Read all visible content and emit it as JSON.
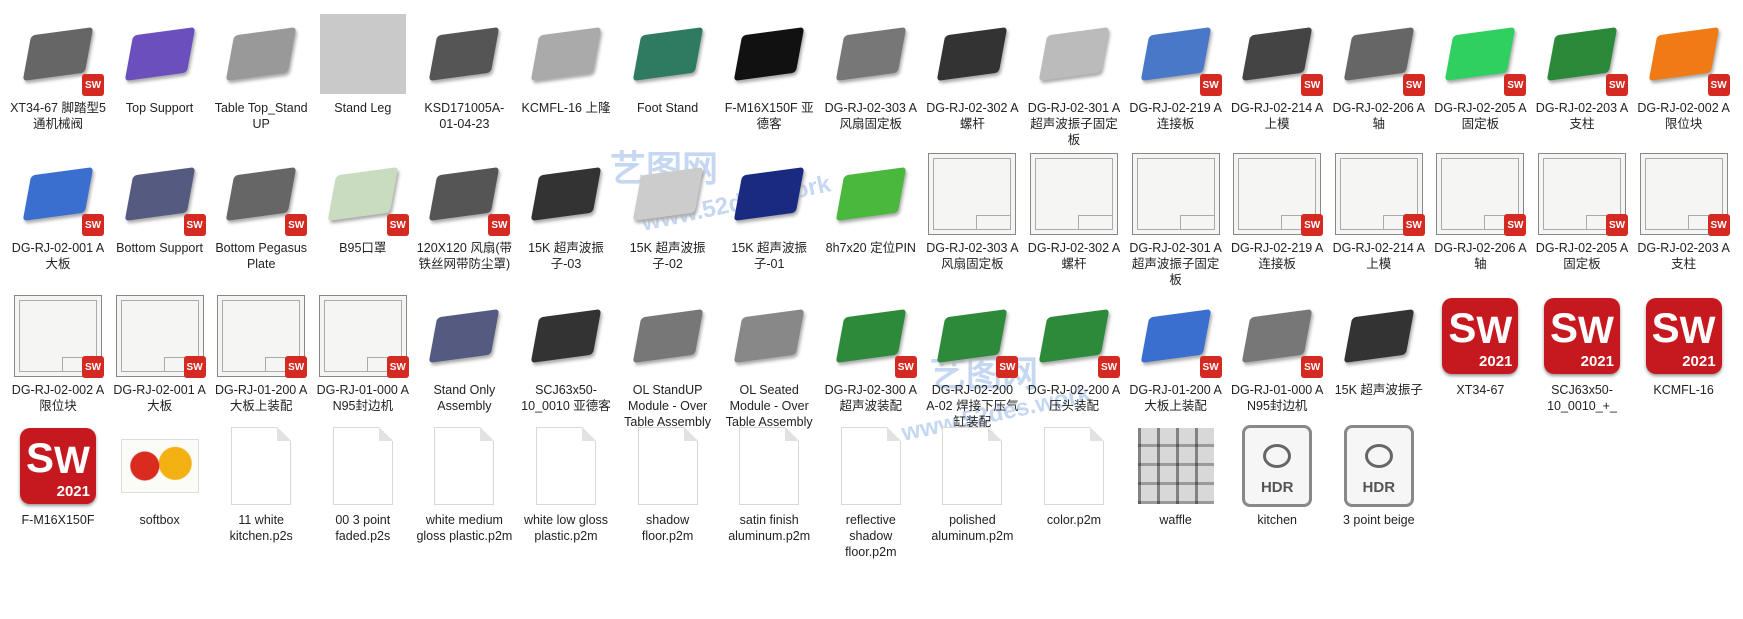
{
  "watermark": {
    "cn": "艺图网",
    "url": "www.52des.work"
  },
  "items": [
    {
      "label": "XT34-67 脚踏型5通机械阀",
      "icon": "part",
      "color": "#666",
      "sw": true
    },
    {
      "label": "Top Support",
      "icon": "part",
      "color": "#6a4fbd",
      "sw": false
    },
    {
      "label": "Table Top_Stand UP",
      "icon": "part",
      "color": "#999",
      "sw": false
    },
    {
      "label": "Stand Leg",
      "icon": "part",
      "color": "#bbb",
      "sw": false
    },
    {
      "label": "KSD171005A-01-04-23",
      "icon": "part",
      "color": "#555",
      "sw": false
    },
    {
      "label": "KCMFL-16 上隆",
      "icon": "part",
      "color": "#aaa",
      "sw": false
    },
    {
      "label": "Foot Stand",
      "icon": "part",
      "color": "#2f7b62",
      "sw": false
    },
    {
      "label": "F-M16X150F 亚德客",
      "icon": "part",
      "color": "#111",
      "sw": false
    },
    {
      "label": "DG-RJ-02-303 A 风扇固定板",
      "icon": "part",
      "color": "#777",
      "sw": false
    },
    {
      "label": "DG-RJ-02-302 A 螺杆",
      "icon": "part",
      "color": "#333",
      "sw": false
    },
    {
      "label": "DG-RJ-02-301 A 超声波振子固定板",
      "icon": "part",
      "color": "#bbb",
      "sw": false
    },
    {
      "label": "DG-RJ-02-219 A 连接板",
      "icon": "part",
      "color": "#4a78c8",
      "sw": true
    },
    {
      "label": "DG-RJ-02-214 A 上模",
      "icon": "part",
      "color": "#444",
      "sw": true
    },
    {
      "label": "DG-RJ-02-206 A 轴",
      "icon": "part",
      "color": "#666",
      "sw": true
    },
    {
      "label": "DG-RJ-02-205 A 固定板",
      "icon": "part",
      "color": "#30d060",
      "sw": true
    },
    {
      "label": "DG-RJ-02-203 A 支柱",
      "icon": "part",
      "color": "#2a8a3a",
      "sw": true
    },
    {
      "label": "DG-RJ-02-002 A 限位块",
      "icon": "part",
      "color": "#f07a16",
      "sw": true
    },
    {
      "label": "DG-RJ-02-001 A 大板",
      "icon": "part",
      "color": "#3a6fcf",
      "sw": true
    },
    {
      "label": "Bottom Support",
      "icon": "part",
      "color": "#555a80",
      "sw": true
    },
    {
      "label": "Bottom Pegasus Plate",
      "icon": "part",
      "color": "#666",
      "sw": true
    },
    {
      "label": "B95口罩",
      "icon": "part",
      "color": "#c9dcc0",
      "sw": true
    },
    {
      "label": "120X120 风扇(带铁丝网带防尘罩)",
      "icon": "part",
      "color": "#555",
      "sw": true
    },
    {
      "label": "15K 超声波振子-03",
      "icon": "part",
      "color": "#333",
      "sw": false
    },
    {
      "label": "15K 超声波振子-02",
      "icon": "part",
      "color": "#ccc",
      "sw": false
    },
    {
      "label": "15K 超声波振子-01",
      "icon": "part",
      "color": "#1a2a80",
      "sw": false
    },
    {
      "label": "8h7x20 定位PIN",
      "icon": "part",
      "color": "#49b83c",
      "sw": false
    },
    {
      "label": "DG-RJ-02-303 A 风扇固定板",
      "icon": "drawing",
      "sw": false
    },
    {
      "label": "DG-RJ-02-302 A 螺杆",
      "icon": "drawing",
      "sw": false
    },
    {
      "label": "DG-RJ-02-301 A 超声波振子固定板",
      "icon": "drawing",
      "sw": false
    },
    {
      "label": "DG-RJ-02-219 A 连接板",
      "icon": "drawing",
      "sw": true
    },
    {
      "label": "DG-RJ-02-214 A 上模",
      "icon": "drawing",
      "sw": true
    },
    {
      "label": "DG-RJ-02-206 A 轴",
      "icon": "drawing",
      "sw": true
    },
    {
      "label": "DG-RJ-02-205 A 固定板",
      "icon": "drawing",
      "sw": true
    },
    {
      "label": "DG-RJ-02-203 A 支柱",
      "icon": "drawing",
      "sw": true
    },
    {
      "label": "DG-RJ-02-002 A 限位块",
      "icon": "drawing",
      "sw": true
    },
    {
      "label": "DG-RJ-02-001 A 大板",
      "icon": "drawing",
      "sw": true
    },
    {
      "label": "DG-RJ-01-200 A 大板上装配",
      "icon": "drawing",
      "sw": true
    },
    {
      "label": "DG-RJ-01-000 A N95封边机",
      "icon": "drawing",
      "sw": true
    },
    {
      "label": "Stand Only Assembly",
      "icon": "part",
      "color": "#555a80",
      "sw": false
    },
    {
      "label": "SCJ63x50-10_0010 亚德客",
      "icon": "part",
      "color": "#333",
      "sw": false
    },
    {
      "label": "OL StandUP Module - Over Table Assembly",
      "icon": "part",
      "color": "#777",
      "sw": false
    },
    {
      "label": "OL Seated Module - Over Table Assembly",
      "icon": "part",
      "color": "#888",
      "sw": false
    },
    {
      "label": "DG-RJ-02-300 A 超声波装配",
      "icon": "part",
      "color": "#2d8a3a",
      "sw": true
    },
    {
      "label": "DG-RJ-02-200 A-02 焊接下压气缸装配",
      "icon": "part",
      "color": "#2d8a3a",
      "sw": true
    },
    {
      "label": "DG-RJ-02-200 A 压头装配",
      "icon": "part",
      "color": "#2d8a3a",
      "sw": true
    },
    {
      "label": "DG-RJ-01-200 A 大板上装配",
      "icon": "part",
      "color": "#3a6fcf",
      "sw": true
    },
    {
      "label": "DG-RJ-01-000 A N95封边机",
      "icon": "part",
      "color": "#777",
      "sw": true
    },
    {
      "label": "15K 超声波振子",
      "icon": "part",
      "color": "#333",
      "sw": false
    },
    {
      "label": "XT34-67",
      "icon": "swapp",
      "sw": false
    },
    {
      "label": "SCJ63x50-10_0010_+_",
      "icon": "swapp",
      "sw": false
    },
    {
      "label": "KCMFL-16",
      "icon": "swapp",
      "sw": false
    },
    {
      "label": "F-M16X150F",
      "icon": "swapp",
      "sw": false
    },
    {
      "label": "softbox",
      "icon": "flower",
      "sw": false
    },
    {
      "label": "11 white kitchen.p2s",
      "icon": "doc",
      "sw": false
    },
    {
      "label": "00 3 point faded.p2s",
      "icon": "doc",
      "sw": false
    },
    {
      "label": "white medium gloss plastic.p2m",
      "icon": "doc",
      "sw": false
    },
    {
      "label": "white low gloss plastic.p2m",
      "icon": "doc",
      "sw": false
    },
    {
      "label": "shadow floor.p2m",
      "icon": "doc",
      "sw": false
    },
    {
      "label": "satin finish aluminum.p2m",
      "icon": "doc",
      "sw": false
    },
    {
      "label": "reflective shadow floor.p2m",
      "icon": "doc",
      "sw": false
    },
    {
      "label": "polished aluminum.p2m",
      "icon": "doc",
      "sw": false
    },
    {
      "label": "color.p2m",
      "icon": "doc",
      "sw": false
    },
    {
      "label": "waffle",
      "icon": "waffle",
      "sw": false
    },
    {
      "label": "kitchen",
      "icon": "hdr",
      "sw": false
    },
    {
      "label": "3 point beige",
      "icon": "hdr",
      "sw": false
    }
  ],
  "sw_badge": "SW",
  "sw_year": "2021",
  "hdr_text": "HDR"
}
